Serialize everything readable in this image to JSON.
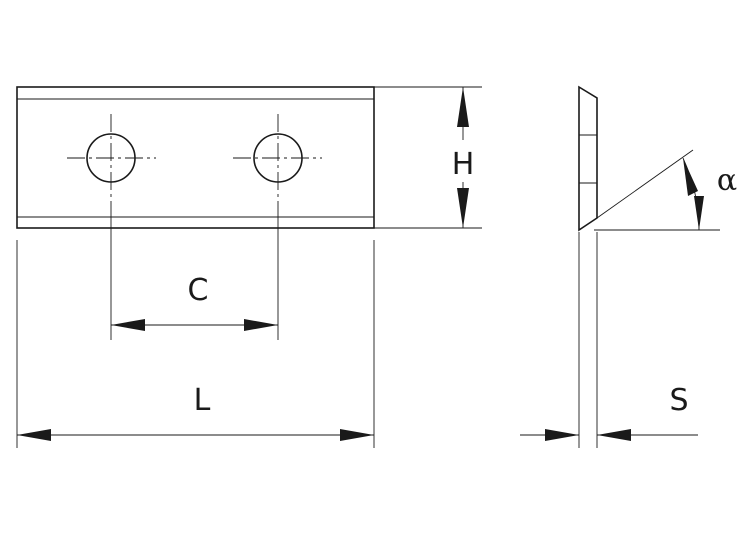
{
  "labels": {
    "height": "H",
    "hole_spacing": "C",
    "length": "L",
    "thickness": "S",
    "angle": "α"
  }
}
